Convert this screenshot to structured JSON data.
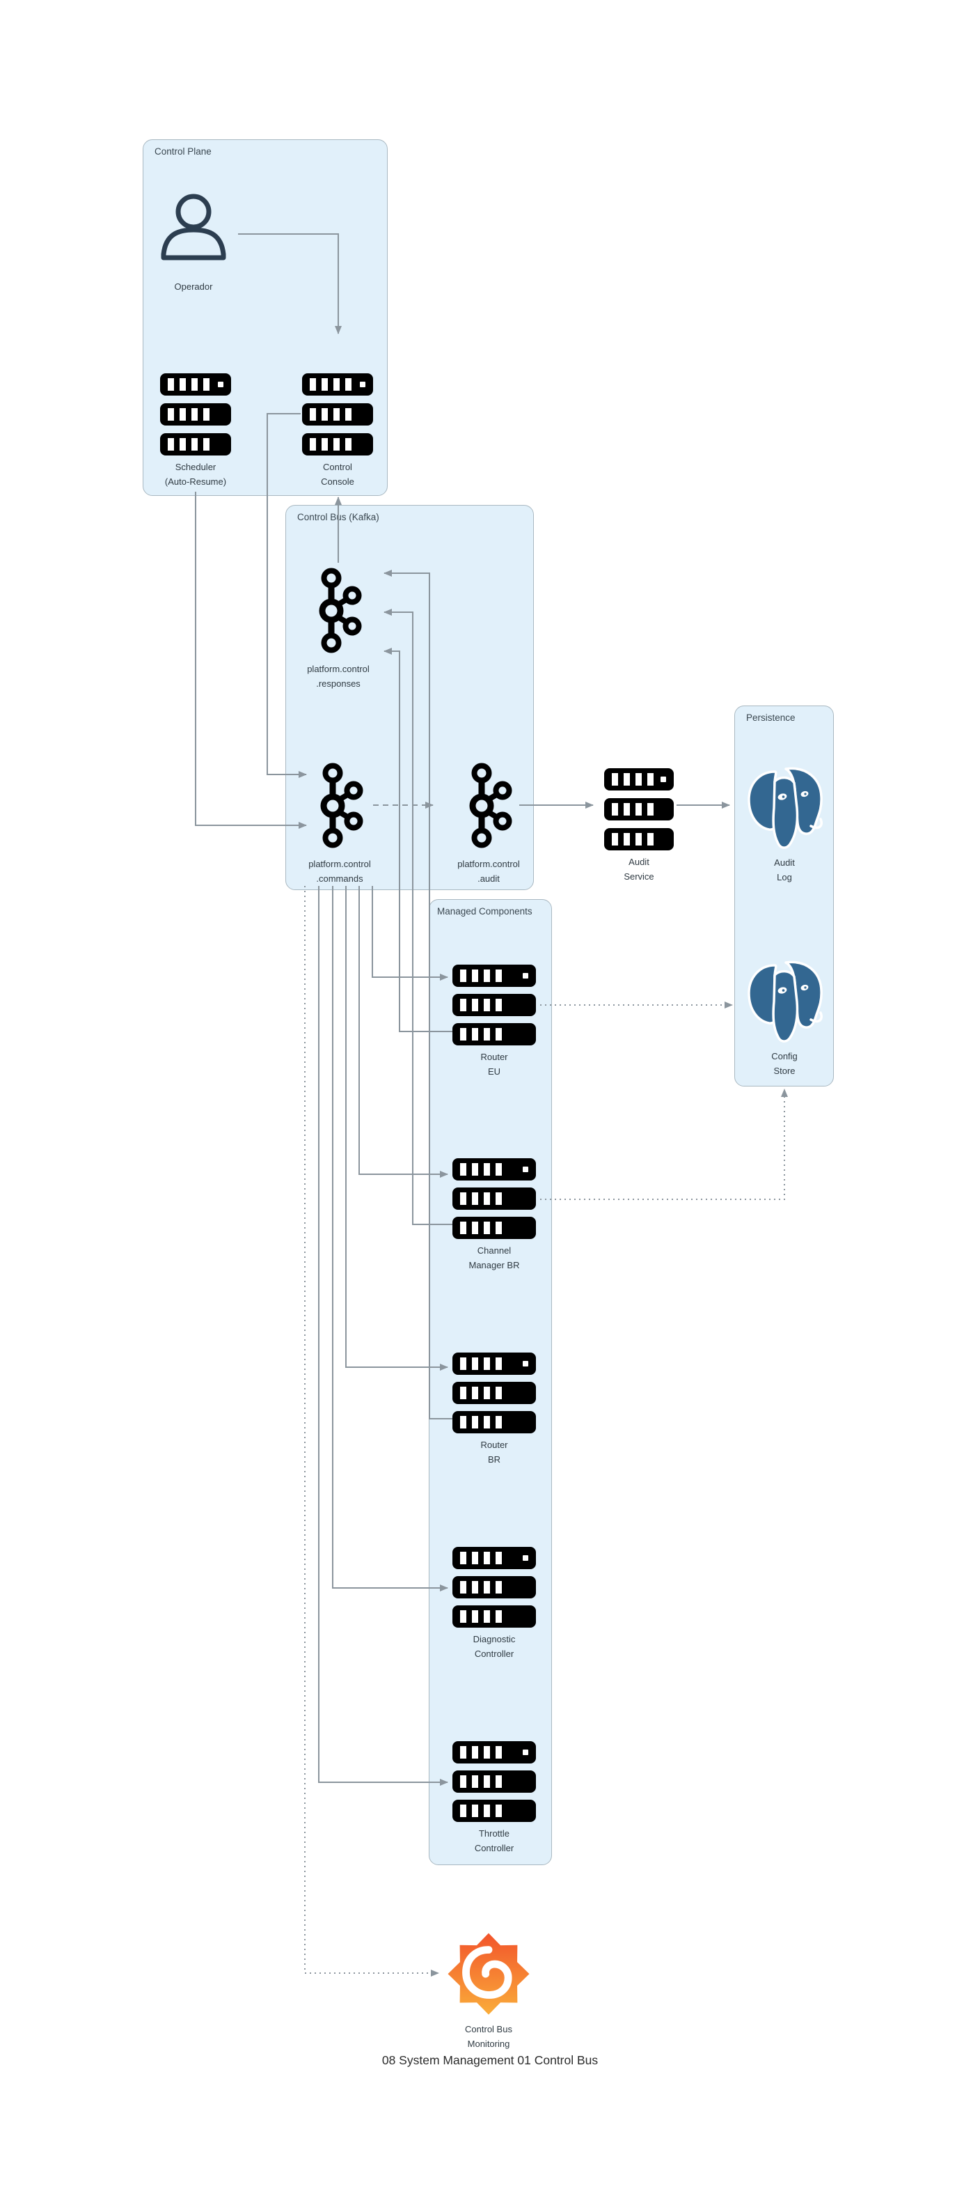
{
  "caption": "08 System Management 01 Control Bus",
  "groups": {
    "control_plane": {
      "label": "Control Plane"
    },
    "control_bus": {
      "label": "Control Bus (Kafka)"
    },
    "managed_components": {
      "label": "Managed Components"
    },
    "persistence": {
      "label": "Persistence"
    }
  },
  "nodes": {
    "operator": {
      "label": "Operador",
      "icon": "person-icon"
    },
    "scheduler": {
      "line1": "Scheduler",
      "line2": "(Auto-Resume)",
      "icon": "server-stack-icon"
    },
    "control_console": {
      "line1": "Control",
      "line2": "Console",
      "icon": "server-stack-icon"
    },
    "responses_topic": {
      "line1": "platform.control",
      "line2": ".responses",
      "icon": "kafka-icon"
    },
    "commands_topic": {
      "line1": "platform.control",
      "line2": ".commands",
      "icon": "kafka-icon"
    },
    "audit_topic": {
      "line1": "platform.control",
      "line2": ".audit",
      "icon": "kafka-icon"
    },
    "audit_service": {
      "line1": "Audit",
      "line2": "Service",
      "icon": "server-stack-icon"
    },
    "audit_log": {
      "line1": "Audit",
      "line2": "Log",
      "icon": "postgresql-icon"
    },
    "config_store": {
      "line1": "Config",
      "line2": "Store",
      "icon": "postgresql-icon"
    },
    "router_eu": {
      "line1": "Router",
      "line2": "EU",
      "icon": "server-stack-icon"
    },
    "channel_manager_br": {
      "line1": "Channel",
      "line2": "Manager BR",
      "icon": "server-stack-icon"
    },
    "router_br": {
      "line1": "Router",
      "line2": "BR",
      "icon": "server-stack-icon"
    },
    "diagnostic_controller": {
      "line1": "Diagnostic",
      "line2": "Controller",
      "icon": "server-stack-icon"
    },
    "throttle_controller": {
      "line1": "Throttle",
      "line2": "Controller",
      "icon": "server-stack-icon"
    },
    "monitoring": {
      "line1": "Control Bus",
      "line2": "Monitoring",
      "icon": "grafana-icon"
    }
  },
  "edges": [
    {
      "from": "operator",
      "to": "control_console",
      "style": "solid"
    },
    {
      "from": "scheduler",
      "to": "commands_topic",
      "style": "solid"
    },
    {
      "from": "control_console",
      "to": "commands_topic",
      "style": "solid"
    },
    {
      "from": "responses_topic",
      "to": "control_console",
      "style": "solid"
    },
    {
      "from": "commands_topic",
      "to": "router_eu",
      "style": "solid"
    },
    {
      "from": "commands_topic",
      "to": "channel_manager_br",
      "style": "solid"
    },
    {
      "from": "commands_topic",
      "to": "router_br",
      "style": "solid"
    },
    {
      "from": "commands_topic",
      "to": "diagnostic_controller",
      "style": "solid"
    },
    {
      "from": "commands_topic",
      "to": "throttle_controller",
      "style": "solid"
    },
    {
      "from": "router_eu",
      "to": "responses_topic",
      "style": "solid"
    },
    {
      "from": "channel_manager_br",
      "to": "responses_topic",
      "style": "solid"
    },
    {
      "from": "router_br",
      "to": "responses_topic",
      "style": "solid"
    },
    {
      "from": "commands_topic",
      "to": "audit_topic",
      "style": "dashed"
    },
    {
      "from": "audit_topic",
      "to": "audit_service",
      "style": "solid"
    },
    {
      "from": "audit_service",
      "to": "audit_log",
      "style": "solid"
    },
    {
      "from": "router_eu",
      "to": "config_store",
      "style": "dotted"
    },
    {
      "from": "channel_manager_br",
      "to": "config_store",
      "style": "dotted"
    },
    {
      "from": "commands_topic",
      "to": "monitoring",
      "style": "dotted"
    }
  ],
  "colors": {
    "group_fill": "#e1f0fa",
    "group_border": "#a9b8c1",
    "connector": "#8b959d",
    "icon_black": "#000000",
    "person_stroke": "#2c3e50",
    "postgres_blue": "#336791",
    "grafana_orange_top": "#F2542B",
    "grafana_orange_bottom": "#FAAD3A"
  }
}
